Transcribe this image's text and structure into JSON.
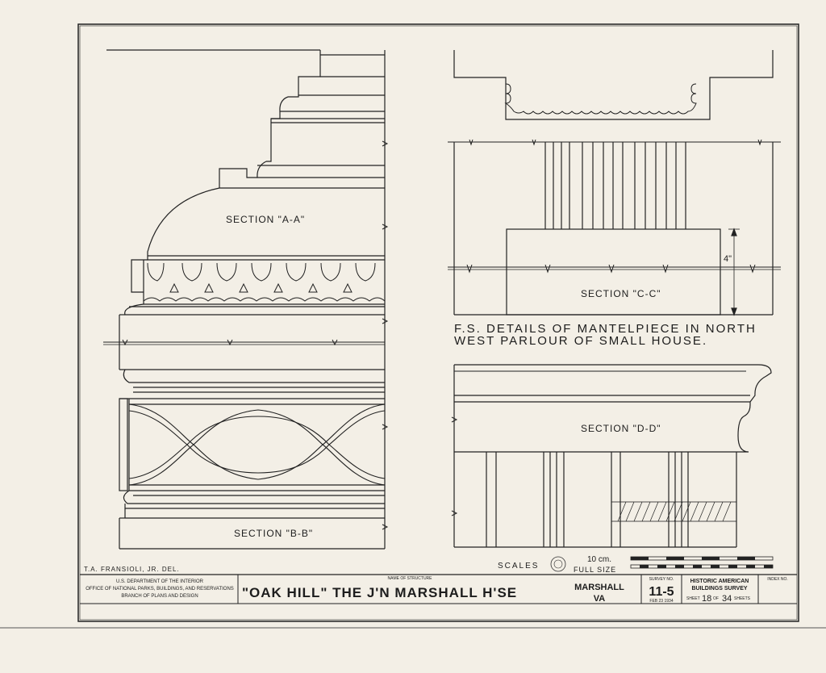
{
  "sections": {
    "a": "SECTION \"A-A\"",
    "b": "SECTION \"B-B\"",
    "c": "SECTION \"C-C\"",
    "d": "SECTION \"D-D\""
  },
  "dimension_label": "4\"",
  "detail_caption": {
    "line1": "F.S. DETAILS OF MANTELPIECE IN NORTH",
    "line2": "WEST PARLOUR OF SMALL HOUSE."
  },
  "scale": {
    "label": "SCALES",
    "metric": "10 cm.",
    "full": "FULL SIZE"
  },
  "delineator": "T.A. FRANSIOLI, JR. DEL.",
  "agency": {
    "line1": "U.S. DEPARTMENT OF THE INTERIOR",
    "line2": "OFFICE OF NATIONAL PARKS, BUILDINGS, AND RESERVATIONS",
    "line3": "BRANCH OF PLANS AND DESIGN"
  },
  "structure": {
    "caption": "NAME OF STRUCTURE",
    "name": "\"OAK HILL\" THE J'N MARSHALL H'SE",
    "location_1": "MARSHALL",
    "location_2": "VA"
  },
  "survey": {
    "caption": "SURVEY NO.",
    "number": "11-5",
    "date": "FEB 23 1934"
  },
  "habs": {
    "line1": "HISTORIC AMERICAN",
    "line2": "BUILDINGS SURVEY",
    "sheet_prefix": "SHEET",
    "sheet_no": "18",
    "of": "OF",
    "total": "34",
    "sheets": "SHEETS"
  },
  "index_label": "INDEX NO."
}
